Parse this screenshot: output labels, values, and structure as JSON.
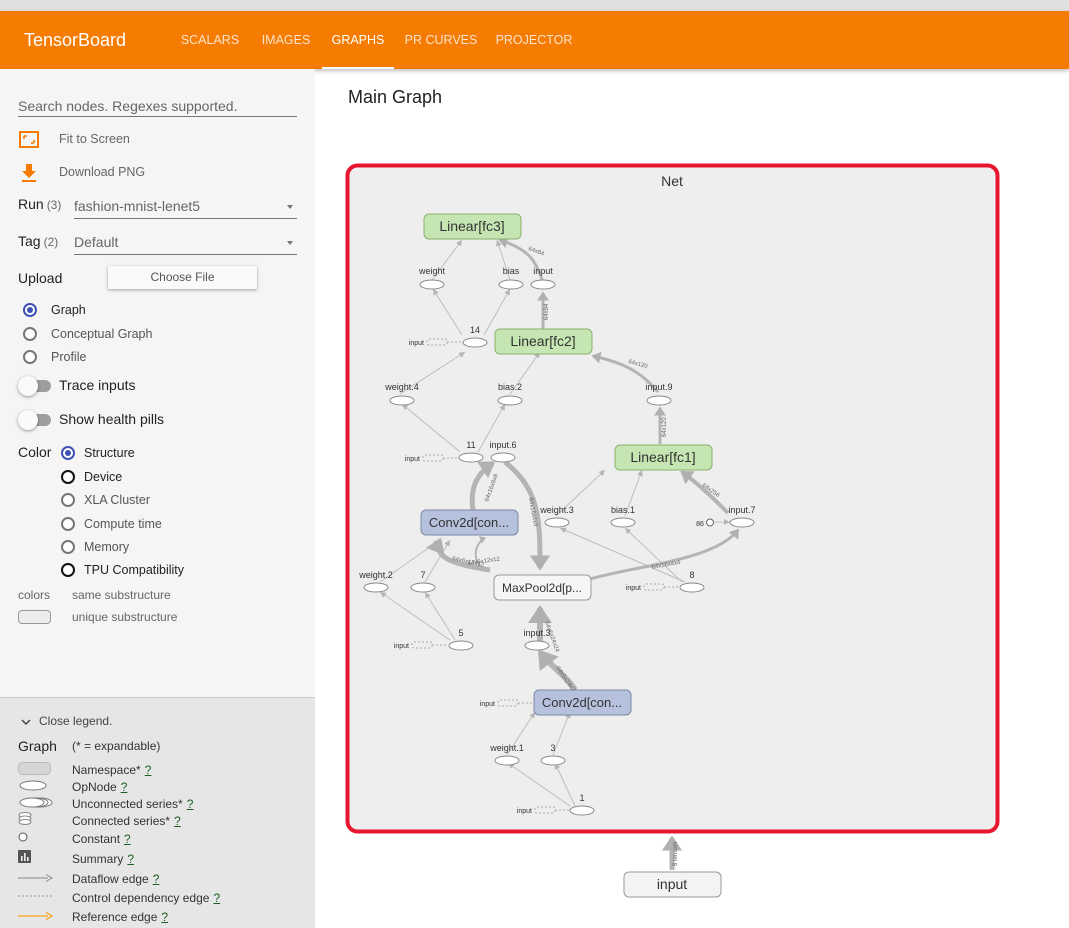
{
  "app": {
    "brand": "TensorBoard",
    "tabs": [
      {
        "label": "SCALARS",
        "active": false
      },
      {
        "label": "IMAGES",
        "active": false
      },
      {
        "label": "GRAPHS",
        "active": true
      },
      {
        "label": "PR CURVES",
        "active": false
      },
      {
        "label": "PROJECTOR",
        "active": false
      }
    ],
    "accent_color": "#f57c00"
  },
  "sidebar": {
    "search_placeholder": "Search nodes. Regexes supported.",
    "fit_label": "Fit to Screen",
    "download_label": "Download PNG",
    "run_label": "Run",
    "run_count": "(3)",
    "run_value": "fashion-mnist-lenet5",
    "tag_label": "Tag",
    "tag_count": "(2)",
    "tag_value": "Default",
    "upload_label": "Upload",
    "choose_file": "Choose File",
    "graph_types": [
      {
        "label": "Graph",
        "selected": true
      },
      {
        "label": "Conceptual Graph",
        "selected": false
      },
      {
        "label": "Profile",
        "selected": false
      }
    ],
    "trace_inputs": "Trace inputs",
    "health_pills": "Show health pills",
    "color_label": "Color",
    "color_options": [
      {
        "label": "Structure",
        "selected": true
      },
      {
        "label": "Device",
        "selected": false
      },
      {
        "label": "XLA Cluster",
        "selected": false
      },
      {
        "label": "Compute time",
        "selected": false
      },
      {
        "label": "Memory",
        "selected": false
      },
      {
        "label": "TPU Compatibility",
        "selected": false
      }
    ],
    "colors_label": "colors",
    "same_sub": "same substructure",
    "unique_sub": "unique substructure"
  },
  "legend": {
    "close": "Close legend.",
    "title": "Graph",
    "expandable_note": "(* = expandable)",
    "help": "?",
    "items": [
      "Namespace*",
      "OpNode",
      "Unconnected series*",
      "Connected series*",
      "Constant",
      "Summary",
      "Dataflow edge",
      "Control dependency edge",
      "Reference edge"
    ]
  },
  "main": {
    "title": "Main Graph",
    "net_label": "Net",
    "input_node": "input",
    "input_edge_label": "8 tensors",
    "highlight_color": "#e8152f",
    "nodes": {
      "fc3": "Linear[fc3]",
      "fc2": "Linear[fc2]",
      "fc1": "Linear[fc1]",
      "conv2": "Conv2d[con...",
      "conv1": "Conv2d[con...",
      "pool": "MaxPool2d[p...",
      "weight": "weight",
      "bias": "bias",
      "input": "input",
      "n14": "14",
      "weight4": "weight.4",
      "bias2": "bias.2",
      "input9": "input.9",
      "n11": "11",
      "input6": "input.6",
      "weight3": "weight.3",
      "bias1": "bias.1",
      "input7": "input.7",
      "n86": "86",
      "weight2": "weight.2",
      "n7": "7",
      "n8": "8",
      "n5": "5",
      "input3": "input.3",
      "weight1": "weight.1",
      "n3": "3",
      "n1": "1"
    },
    "edge_labels": {
      "fc2_fc3": "64x84",
      "fc2_out": "64x84",
      "fc1_fc2": "64x120",
      "fc1_out": "64x120",
      "flat": "64x256",
      "conv2_out": "64x16x8x8",
      "pool_a": "64x16x4x4",
      "pool_b": "64x6x12x12",
      "conv2_in": "64x6x12x12",
      "pool_fc": "64x16x4x4",
      "pool1_in": "64x6x24x24",
      "conv1_out": "64x6x24x24"
    }
  }
}
